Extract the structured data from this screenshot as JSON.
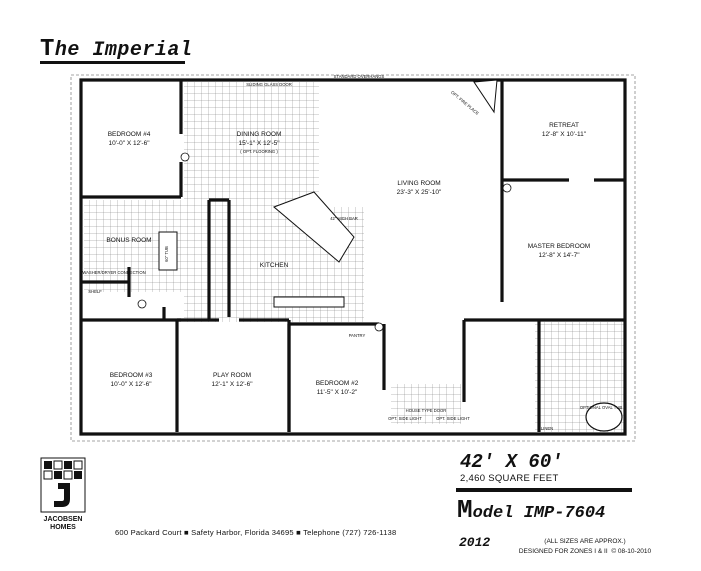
{
  "header": {
    "title_first_letter": "T",
    "title_rest": "he Imperial"
  },
  "plan_labels": {
    "standard_overhangs": "STANDARD OVERHANGS",
    "sliding_glass_door": "SLIDING GLASS DOOR",
    "bedroom4": "BEDROOM #4",
    "bedroom4_size": "10'-0\" X 12'-6\"",
    "dining": "DINING ROOM",
    "dining_size": "15'-1\" X 12'-5\"",
    "dining_note": "( OPT. FLOORING )",
    "living": "LIVING ROOM",
    "living_size": "23'-3\" X 25'-10\"",
    "retreat": "RETREAT",
    "retreat_size": "12'-8\" X 10'-11\"",
    "master": "MASTER BEDROOM",
    "master_size": "12'-8\" X 14'-7\"",
    "bonus": "BONUS ROOM",
    "kitchen": "KITCHEN",
    "bedroom3": "BEDROOM #3",
    "bedroom3_size": "10'-0\" X 12'-6\"",
    "play": "PLAY ROOM",
    "play_size": "12'-1\" X 12'-6\"",
    "bedroom2": "BEDROOM #2",
    "bedroom2_size": "11'-5\" X 10'-2\"",
    "pantry": "PANTRY",
    "linen": "LINEN",
    "shelf": "SHELF",
    "washer_dryer": "WASHER/DRYER CONNECTION",
    "opt_fireplace": "OPT. FIRE PLACE",
    "opt_oval_tub": "OPTIONAL OVAL TUB",
    "house_type_door": "HOUSE TYPE DOOR",
    "opt_side_light_l": "OPT. SIDE LIGHT",
    "opt_side_light_r": "OPT. SIDE LIGHT",
    "bar": "42\" HIGH BAR",
    "tub": "60\" TUB"
  },
  "specs": {
    "dimensions": "42' X 60'",
    "square_feet": "2,460 SQUARE FEET",
    "model_first_letter": "M",
    "model_rest": "odel IMP-7604",
    "year": "2012",
    "sizes_note": "(ALL SIZES ARE APPROX.)",
    "zones_note": "DESIGNED FOR ZONES I & II",
    "date": "© 08-10-2010"
  },
  "footer": {
    "address": "600 Packard Court ■ Safety Harbor, Florida 34695 ■ Telephone (727) 726-1138",
    "logo_line1": "JACOBSEN",
    "logo_line2": "HOMES"
  }
}
